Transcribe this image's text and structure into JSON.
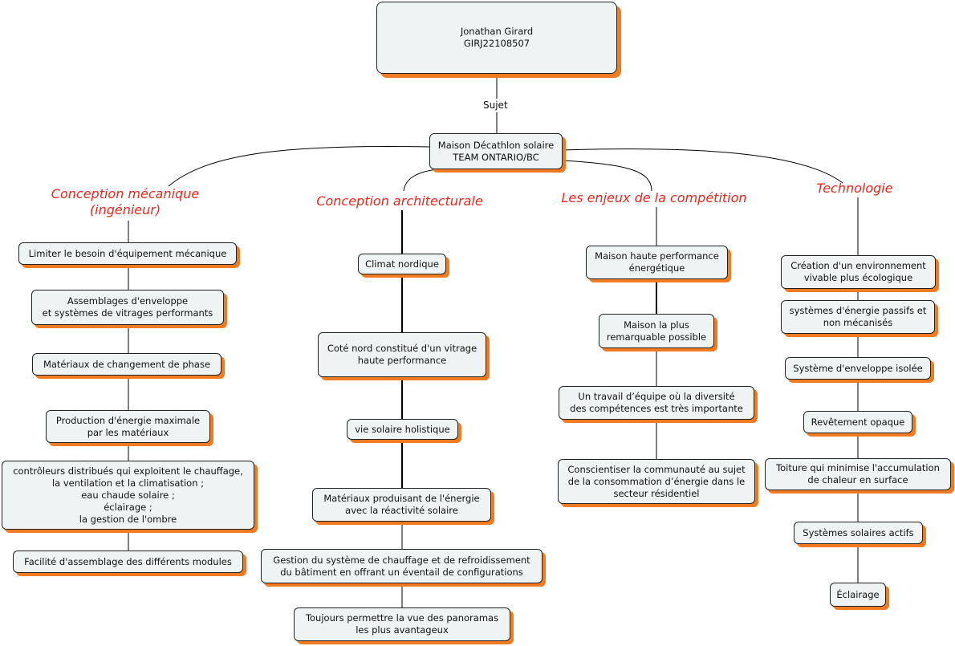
{
  "root": {
    "line1": "Jonathan Girard",
    "line2": "GIRJ22108507"
  },
  "link_label": "Sujet",
  "subject": {
    "line1": "Maison Décathlon solaire",
    "line2": "TEAM ONTARIO/BC"
  },
  "columns": [
    {
      "title": "Conception mécanique\n(ingénieur)",
      "items": [
        "Limiter le besoin d'équipement mécanique",
        "Assemblages d'enveloppe\net systèmes de vitrages performants",
        "Matériaux de changement de phase",
        "Production d'énergie maximale\npar les matériaux",
        "contrôleurs distribués qui exploitent le chauffage,\nla ventilation et la climatisation ;\neau chaude solaire ;\néclairage ;\nla gestion de l'ombre",
        "Facilité d'assemblage des différents modules"
      ]
    },
    {
      "title": "Conception architecturale",
      "items": [
        "Climat nordique",
        "Coté nord constitué d'un vitrage\nhaute performance",
        "vie solaire holistique",
        "Matériaux produisant de l'énergie\navec la réactivité solaire",
        "Gestion du système de chauffage et de refroidissement\ndu bâtiment en offrant un éventail de configurations",
        "Toujours permettre la vue des panoramas\nles plus avantageux"
      ]
    },
    {
      "title": "Les enjeux de la compétition",
      "items": [
        "Maison haute performance\nénergétique",
        "Maison la plus\nremarquable possible",
        "Un travail d’équipe où la diversité\ndes compétences est très importante",
        "Conscientiser la communauté au sujet\nde la consommation d’énergie dans le\nsecteur résidentiel"
      ]
    },
    {
      "title": "Technologie",
      "items": [
        "Création d'un environnement\nvivable plus écologique",
        "systèmes d'énergie passifs et\nnon mécanisés",
        "Système d'enveloppe isolée",
        "Revêtement opaque",
        "Toiture qui minimise l'accumulation\nde chaleur en surface",
        "Systèmes solaires actifs",
        "Éclairage"
      ]
    }
  ],
  "colors": {
    "box_fill": "#eef3f4",
    "shadow": "#f07b22",
    "category_text": "#e8281d",
    "line": "#000000"
  }
}
